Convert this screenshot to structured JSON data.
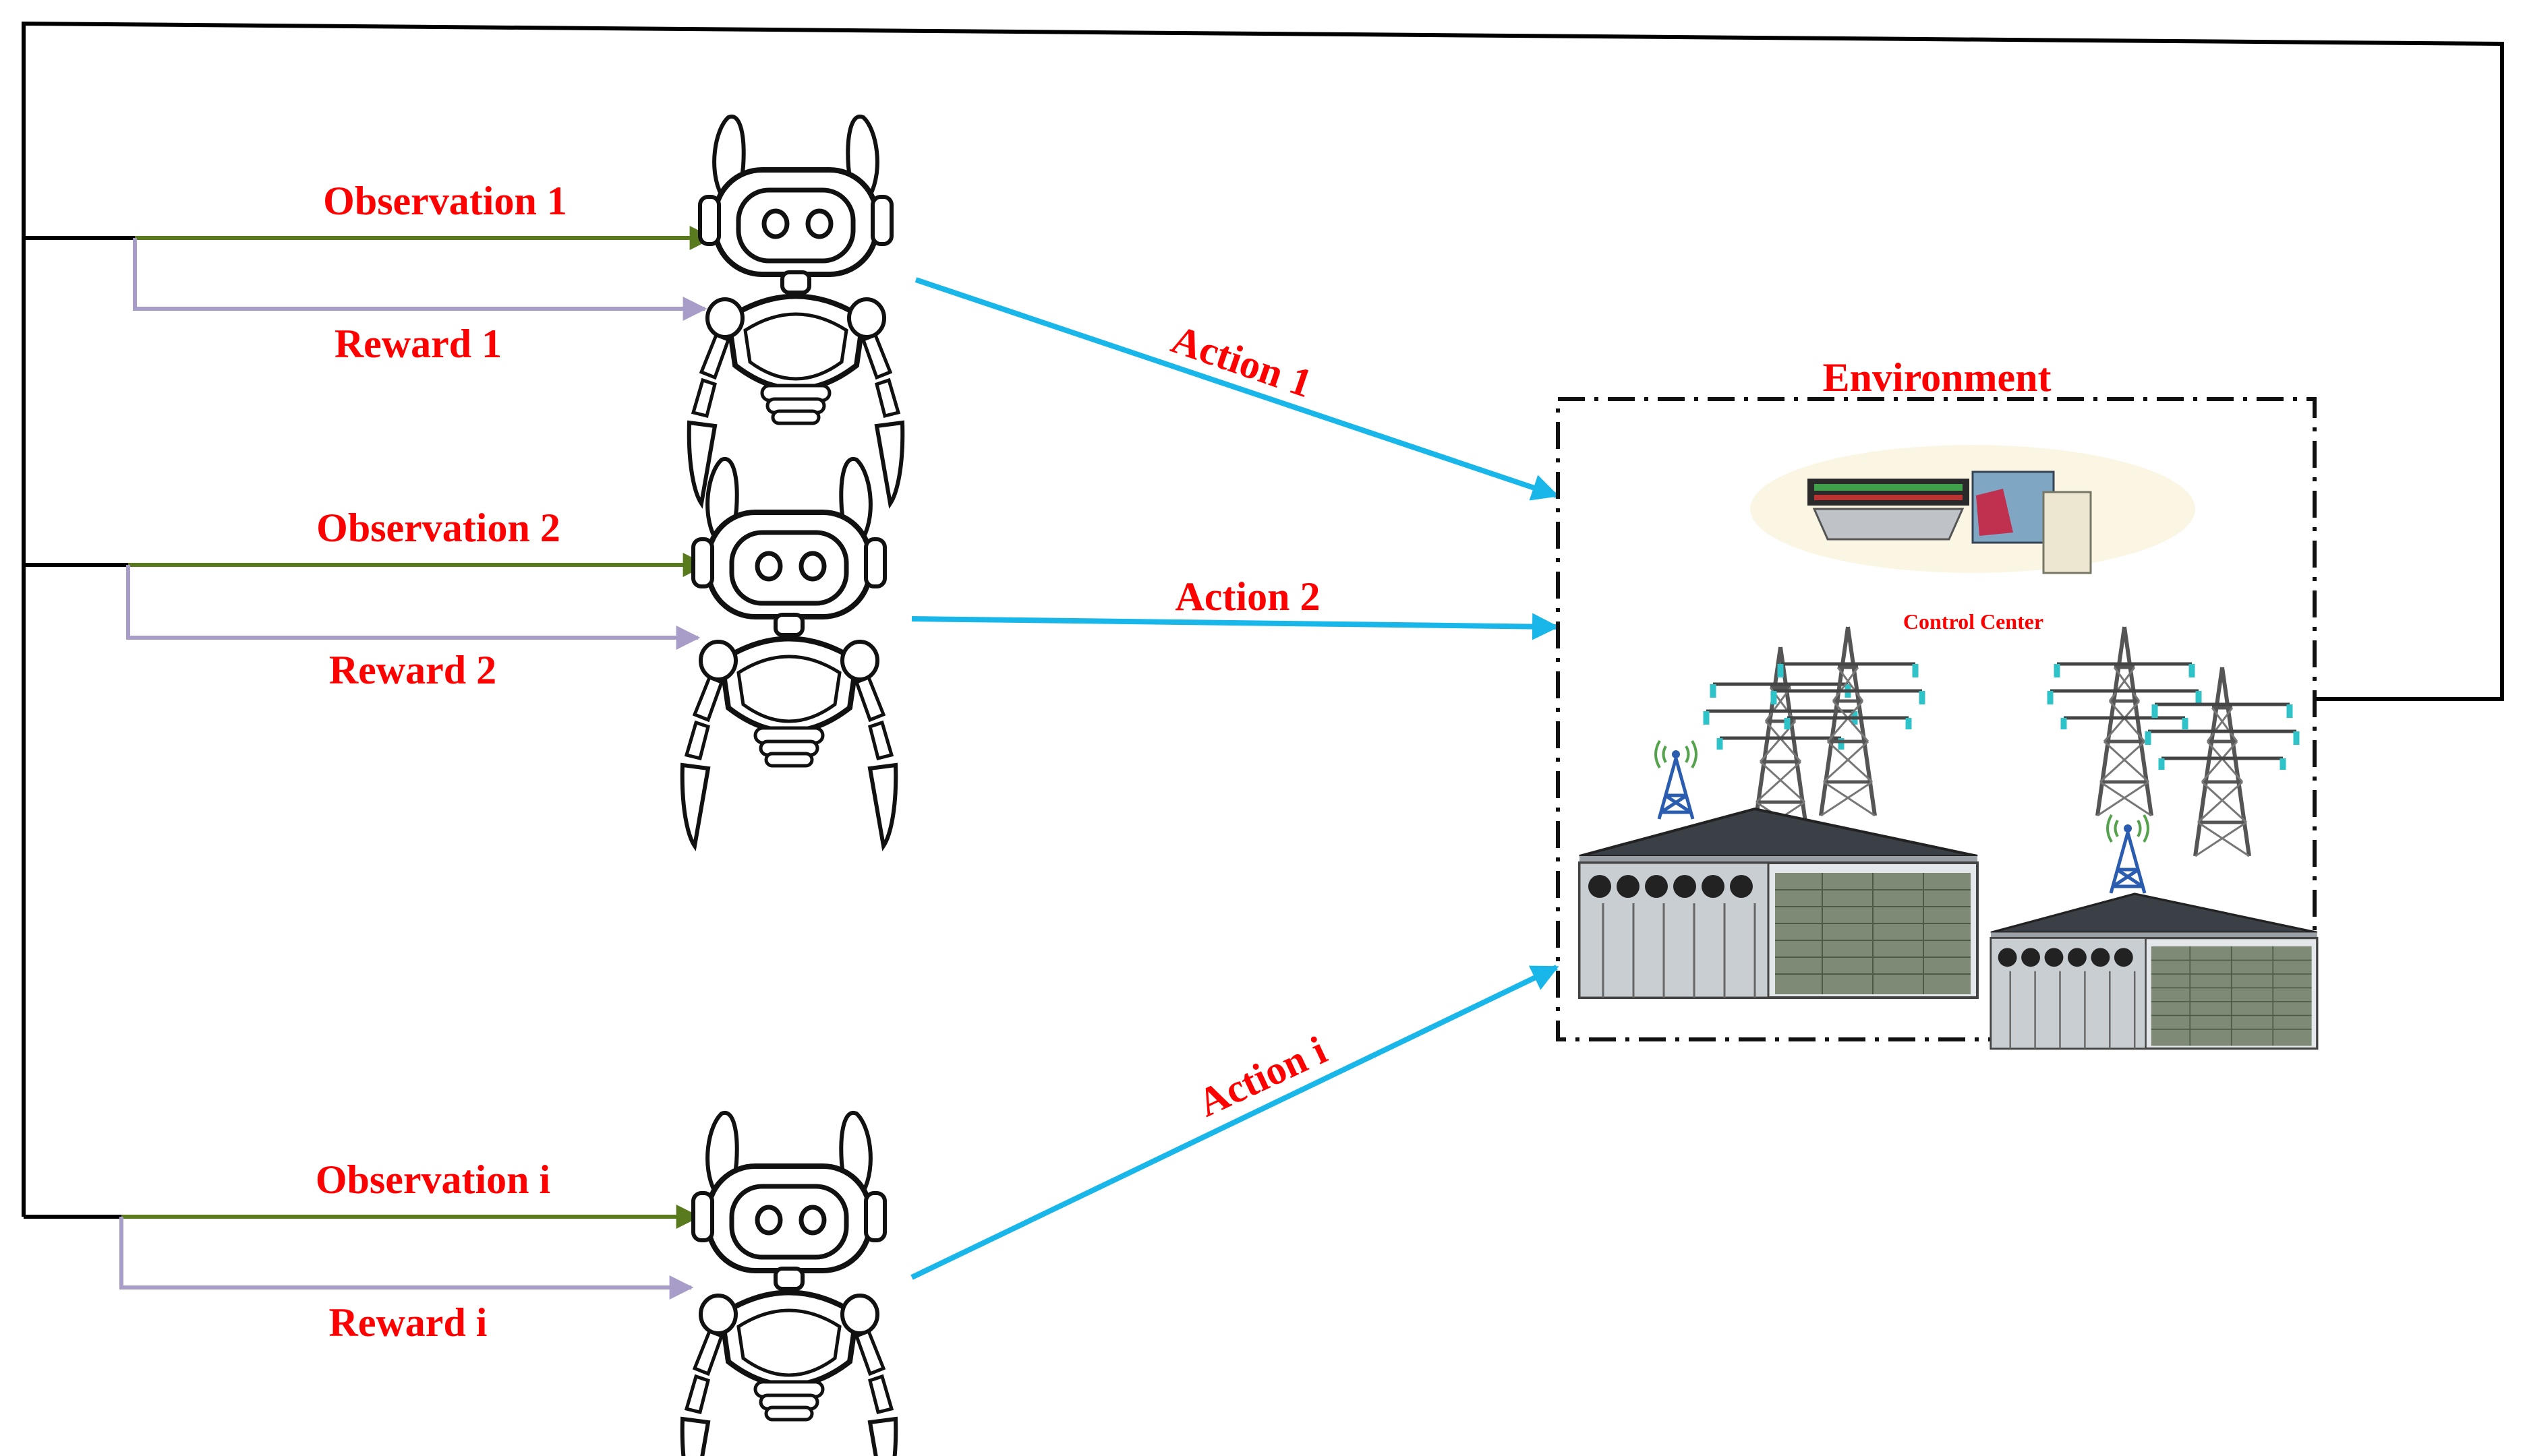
{
  "agents": [
    {
      "observation_label": "Observation 1",
      "reward_label": "Reward 1",
      "action_label": "Action 1"
    },
    {
      "observation_label": "Observation 2",
      "reward_label": "Reward 2",
      "action_label": "Action 2"
    },
    {
      "observation_label": "Observation i",
      "reward_label": "Reward i",
      "action_label": "Action i"
    }
  ],
  "environment": {
    "title": "Environment",
    "control_center_label": "Control Center"
  },
  "colors": {
    "label_red": "#ff0000",
    "observation_arrow": "#5a7a1e",
    "reward_arrow": "#a89cc8",
    "action_arrow": "#19b6ea",
    "feedback_line": "#000000"
  },
  "icons": [
    "robot-agent-icon",
    "control-room-icon",
    "transmission-tower-icon",
    "antenna-icon",
    "data-center-building-icon"
  ]
}
